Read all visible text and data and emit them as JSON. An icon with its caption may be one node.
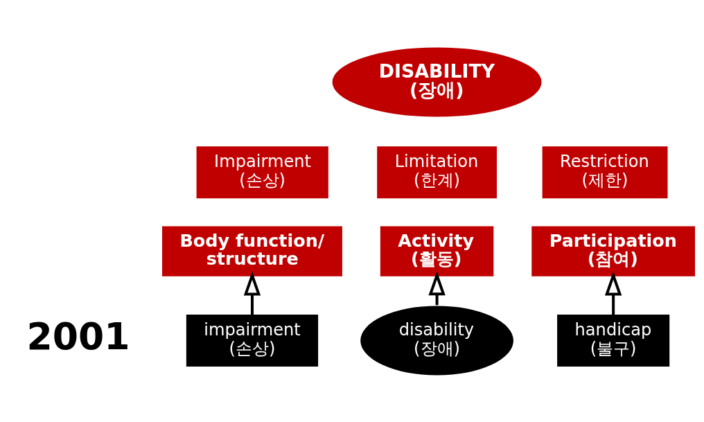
{
  "diagram": {
    "nodes": [
      {
        "text": [
          "DISABILITY (장애)"
        ]
      },
      {
        "text": [
          "Impairment (손상)"
        ]
      },
      {
        "text": [
          "Limitation (한계)"
        ]
      },
      {
        "text": [
          "Restriction (제한)"
        ]
      },
      {
        "text": [
          "Body function/ structure"
        ]
      },
      {
        "text": [
          "Activity (활동)"
        ]
      },
      {
        "text": [
          "Participation (참여)"
        ]
      },
      {
        "text": [
          "impairment (손상)"
        ]
      },
      {
        "text": [
          "disability (장애)"
        ]
      },
      {
        "text": [
          "handicap (불구)"
        ]
      }
    ],
    "edges": [
      {
        "from": 7,
        "to": 4,
        "arrow": "to"
      },
      {
        "from": 8,
        "to": 5,
        "arrow": "to"
      },
      {
        "from": 9,
        "to": 6,
        "arrow": "to"
      }
    ],
    "labels": [
      "2001"
    ]
  }
}
